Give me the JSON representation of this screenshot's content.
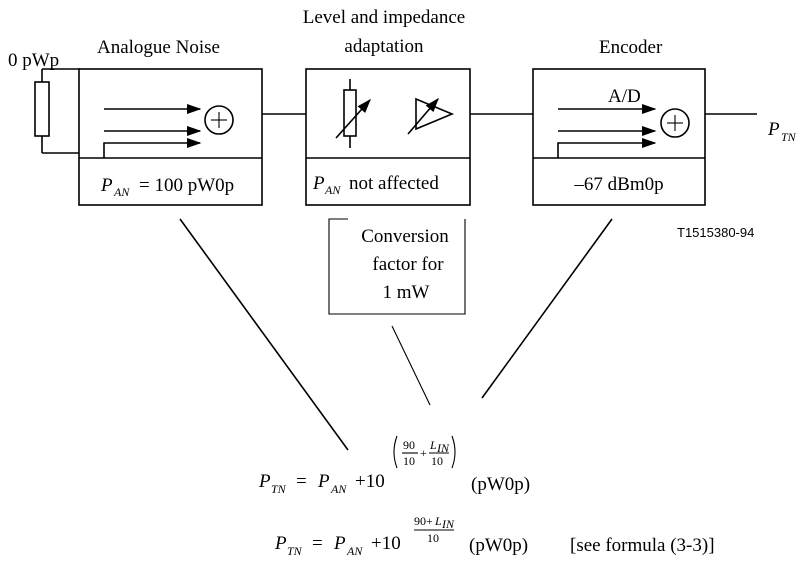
{
  "labels": {
    "zero_pwp": "0 pWp",
    "analogue_noise": "Analogue Noise",
    "level_line1": "Level and impedance",
    "level_line2": "adaptation",
    "encoder": "Encoder",
    "ad": "A/D",
    "ptn_P": "P",
    "ptn_sub": "TN",
    "figure_id": "T1515380-94"
  },
  "box_values": {
    "an_P": "P",
    "an_sub": "AN",
    "an_value": "= 100 pW0p",
    "lv_P": "P",
    "lv_sub": "AN",
    "lv_value": "not affected",
    "enc_value": "–67 dBm0p"
  },
  "callout": {
    "line1": "Conversion",
    "line2": "factor for",
    "line3": "1 mW"
  },
  "formula1": {
    "P": "P",
    "sub1": "TN",
    "eq": "=",
    "P2": "P",
    "sub2": "AN",
    "plus_ten": "+10",
    "num1": "90",
    "den1": "10",
    "plus": "+",
    "numL": "L",
    "numLsub": "IN",
    "den2": "10",
    "unit": "(pW0p)"
  },
  "formula2": {
    "P": "P",
    "sub1": "TN",
    "eq": "=",
    "P2": "P",
    "sub2": "AN",
    "plus_ten": "+10",
    "num": "90+",
    "numL": "L",
    "numLsub": "IN",
    "den": "10",
    "unit": "(pW0p)",
    "ref": "[see formula (3-3)]"
  }
}
